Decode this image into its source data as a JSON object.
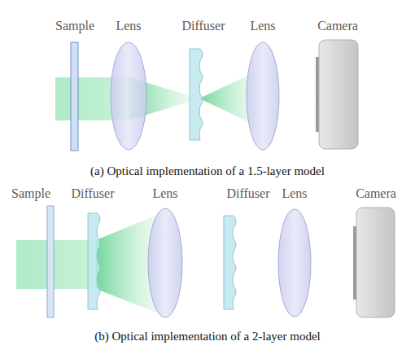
{
  "diagram": {
    "labels": [
      "Sample",
      "Lens",
      "Diffuser",
      "Lens",
      "Camera",
      "(a) Optical implementation of a 1.5-layer model",
      "Sample",
      "Diffuser",
      "Lens",
      "Diffuser",
      "Lens",
      "Camera",
      "(b) Optical implementation of a 2-layer model"
    ]
  }
}
